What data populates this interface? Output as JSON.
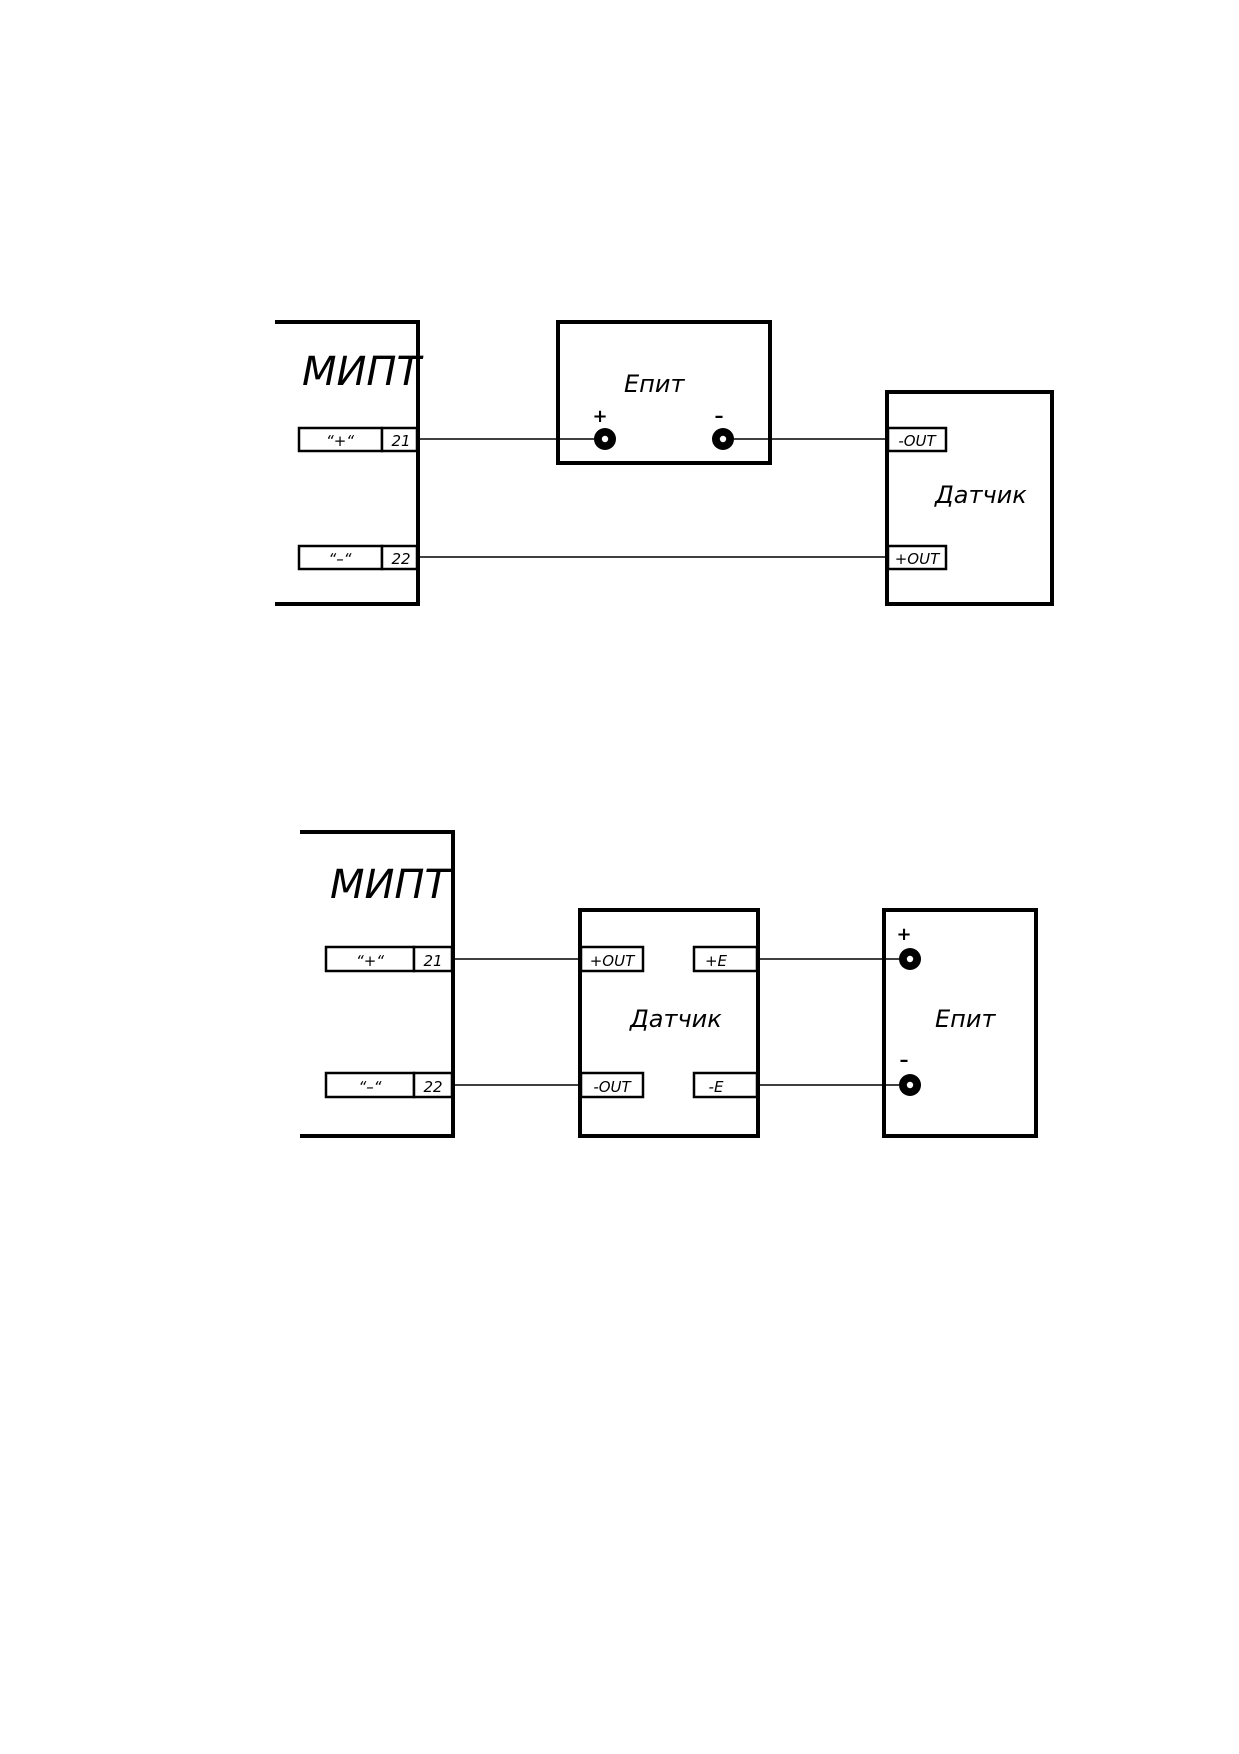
{
  "diagram1": {
    "mipt_label": "МИПТ",
    "terminal_plus_label": "“+“",
    "terminal_plus_num": "21",
    "terminal_minus_label": "“–“",
    "terminal_minus_num": "22",
    "power_label": "Eпит",
    "power_plus_sign": "+",
    "power_minus_sign": "–",
    "sensor_label": "Датчик",
    "sensor_pin_top": "-OUT",
    "sensor_pin_bottom": "+OUT"
  },
  "diagram2": {
    "mipt_label": "МИПТ",
    "terminal_plus_label": "“+“",
    "terminal_plus_num": "21",
    "terminal_minus_label": "“–“",
    "terminal_minus_num": "22",
    "sensor_label": "Датчик",
    "sensor_pin_out_plus": "+OUT",
    "sensor_pin_out_minus": "-OUT",
    "sensor_pin_e_plus": "+E",
    "sensor_pin_e_minus": "-E",
    "power_label": "Eпит",
    "power_plus_sign": "+",
    "power_minus_sign": "–"
  }
}
